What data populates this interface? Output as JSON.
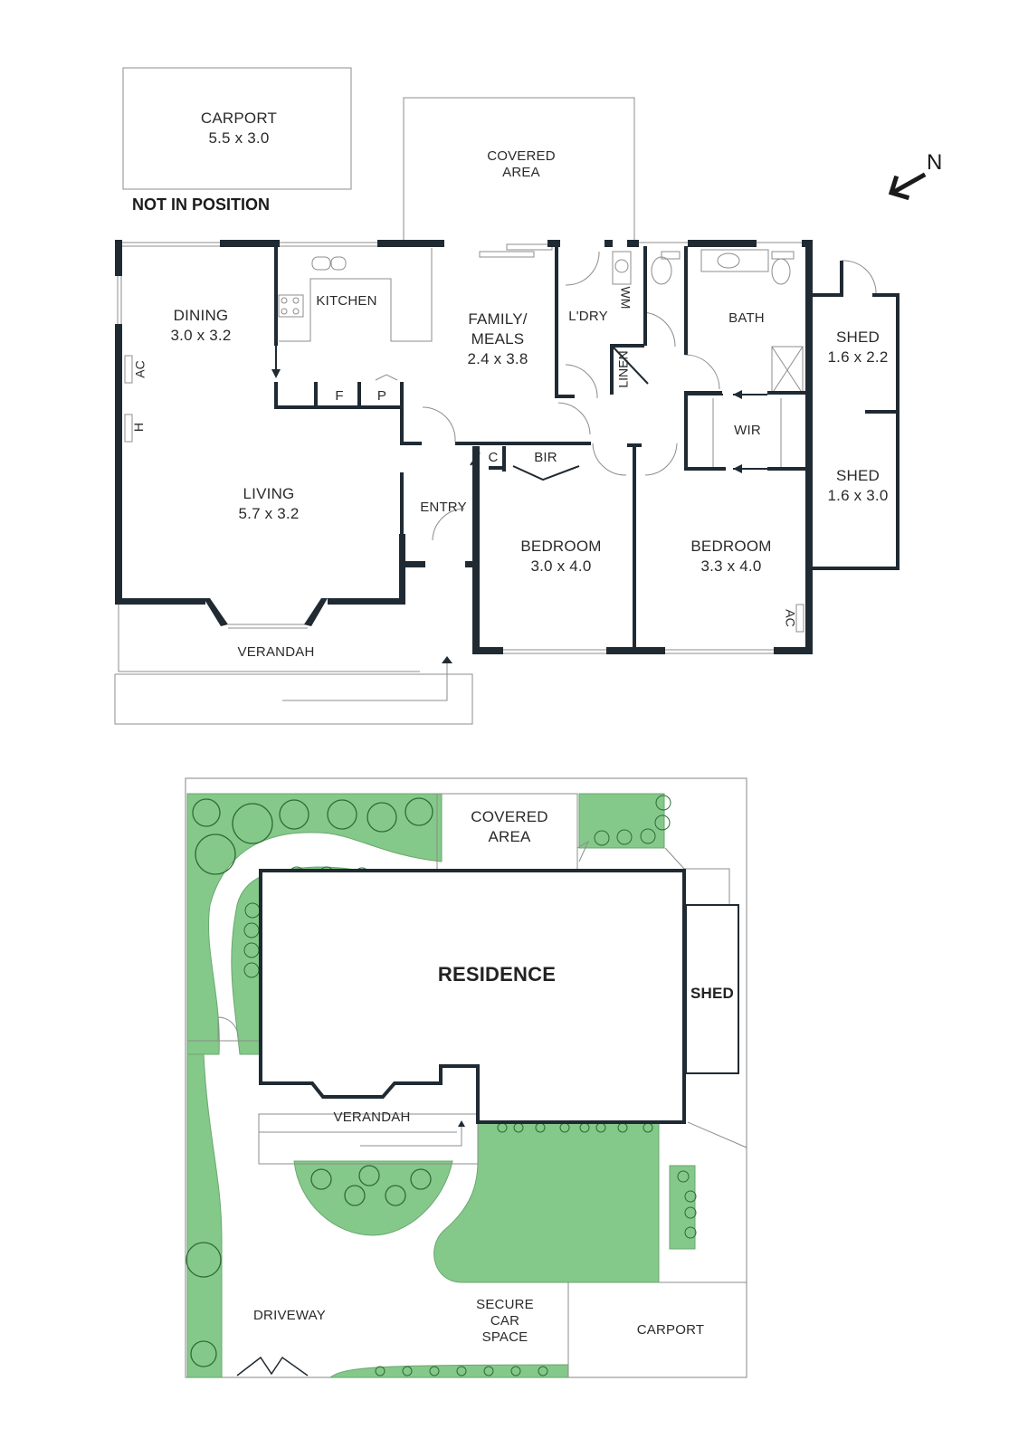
{
  "floor_plan": {
    "carport_detached": {
      "name": "CARPORT",
      "dims": "5.5 x 3.0",
      "note": "NOT IN POSITION"
    },
    "covered_area": {
      "name": "COVERED",
      "name2": "AREA"
    },
    "compass": {
      "label": "N",
      "icon": "north-arrow-icon"
    },
    "rooms": {
      "dining": {
        "name": "DINING",
        "dims": "3.0 x 3.2"
      },
      "kitchen": {
        "name": "KITCHEN"
      },
      "family_meals": {
        "name": "FAMILY/",
        "name2": "MEALS",
        "dims": "2.4 x 3.8"
      },
      "laundry": {
        "name": "L'DRY"
      },
      "wm": {
        "name": "WM"
      },
      "linen": {
        "name": "LINEN"
      },
      "bath": {
        "name": "BATH"
      },
      "wir": {
        "name": "WIR"
      },
      "shed1": {
        "name": "SHED",
        "dims": "1.6 x 2.2"
      },
      "shed2": {
        "name": "SHED",
        "dims": "1.6 x 3.0"
      },
      "living": {
        "name": "LIVING",
        "dims": "5.7 x 3.2"
      },
      "entry": {
        "name": "ENTRY"
      },
      "c": {
        "name": "C"
      },
      "bir": {
        "name": "BIR"
      },
      "fridge": {
        "name": "F"
      },
      "pantry": {
        "name": "P"
      },
      "bedroom1": {
        "name": "BEDROOM",
        "dims": "3.0 x 4.0"
      },
      "bedroom2": {
        "name": "BEDROOM",
        "dims": "3.3 x 4.0"
      },
      "verandah": {
        "name": "VERANDAH"
      },
      "ac_dining": {
        "name": "AC"
      },
      "heater": {
        "name": "H"
      },
      "ac_bedroom": {
        "name": "AC"
      }
    }
  },
  "site_plan": {
    "covered_area": {
      "name": "COVERED",
      "name2": "AREA"
    },
    "residence": {
      "name": "RESIDENCE"
    },
    "shed": {
      "name": "SHED"
    },
    "verandah": {
      "name": "VERANDAH"
    },
    "driveway": {
      "name": "DRIVEWAY"
    },
    "secure_car_space": {
      "l1": "SECURE",
      "l2": "CAR",
      "l3": "SPACE"
    },
    "carport": {
      "name": "CARPORT"
    }
  },
  "colors": {
    "wall": "#1f2a33",
    "thin_line": "#8a8a8a",
    "garden_green": "#84c98a",
    "tree_stroke": "#2f6b35"
  }
}
